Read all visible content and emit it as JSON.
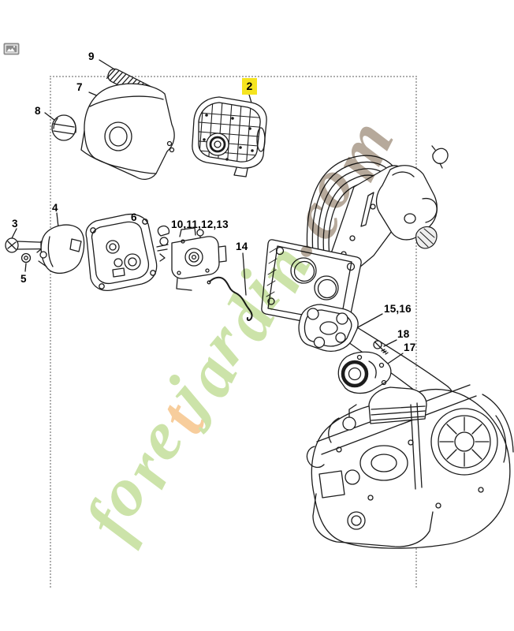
{
  "page": {
    "background_color": "#ffffff",
    "top_left_icon": "broken-image-icon"
  },
  "watermark": {
    "text": "foretjardin.com",
    "green": "#c9e2a4",
    "orange": "#f7cb97",
    "tan": "#b2a596",
    "letters": [
      {
        "ch": "f",
        "color": "#c9e2a4"
      },
      {
        "ch": "o",
        "color": "#c9e2a4"
      },
      {
        "ch": "r",
        "color": "#c9e2a4"
      },
      {
        "ch": "e",
        "color": "#c9e2a4"
      },
      {
        "ch": "t",
        "color": "#f7cb97"
      },
      {
        "ch": "j",
        "color": "#c9e2a4"
      },
      {
        "ch": "a",
        "color": "#c9e2a4"
      },
      {
        "ch": "r",
        "color": "#c9e2a4"
      },
      {
        "ch": "d",
        "color": "#c9e2a4"
      },
      {
        "ch": "i",
        "color": "#c9e2a4"
      },
      {
        "ch": "n",
        "color": "#c9e2a4"
      },
      {
        "ch": ".",
        "color": "#b2a596"
      },
      {
        "ch": "c",
        "color": "#b2a596"
      },
      {
        "ch": "o",
        "color": "#b2a596"
      },
      {
        "ch": "m",
        "color": "#b2a596"
      }
    ]
  },
  "diagram": {
    "highlight_color": "#f5e41f",
    "labels": [
      {
        "text": "9"
      },
      {
        "text": "7"
      },
      {
        "text": "8"
      },
      {
        "text": "2",
        "highlighted": true
      },
      {
        "text": "3"
      },
      {
        "text": "4"
      },
      {
        "text": "5"
      },
      {
        "text": "6"
      },
      {
        "text": "10,11,12,13"
      },
      {
        "text": "14"
      },
      {
        "text": "15,16"
      },
      {
        "text": "18"
      },
      {
        "text": "17"
      }
    ]
  }
}
